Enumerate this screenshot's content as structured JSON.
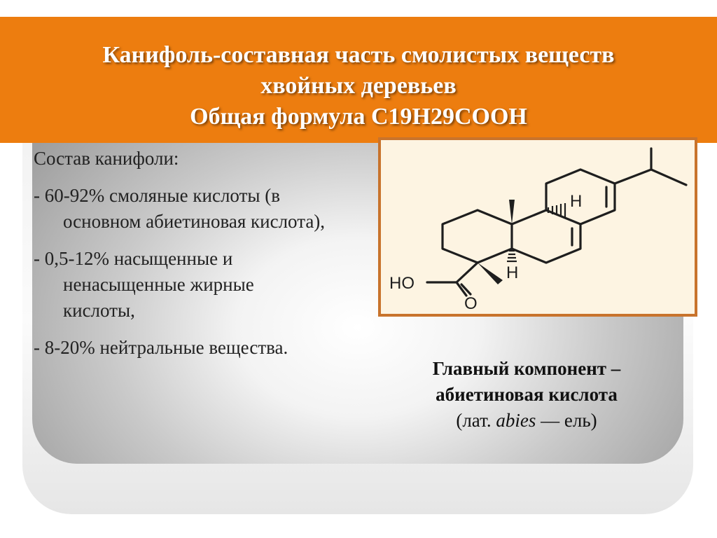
{
  "title": {
    "line1": "Канифоль-составная часть смолистых веществ",
    "line2": "хвойных деревьев",
    "line3": "Общая формула С19Н29СООН"
  },
  "composition": {
    "heading": "Состав канифоли:",
    "items": [
      "- 60-92% смоляные кислоты (в основном абиетиновая кислота),",
      "- 0,5-12% насыщенные и ненасыщенные жирные кислоты,",
      "- 8-20% нейтральные вещества."
    ]
  },
  "structure": {
    "labels": {
      "hydroxyl": "HO",
      "oxygen": "O",
      "hydrogen_top": "H",
      "hydrogen_bottom": "H"
    }
  },
  "caption": {
    "line1": "Главный компонент  –",
    "line2": "абиетиновая кислота",
    "line3_prefix": "(лат. ",
    "line3_italic": "abies",
    "line3_suffix": " — ель)"
  },
  "colors": {
    "accent": "#ed7d0f",
    "box_border": "#c8732c",
    "box_fill": "#fdf4e2"
  }
}
